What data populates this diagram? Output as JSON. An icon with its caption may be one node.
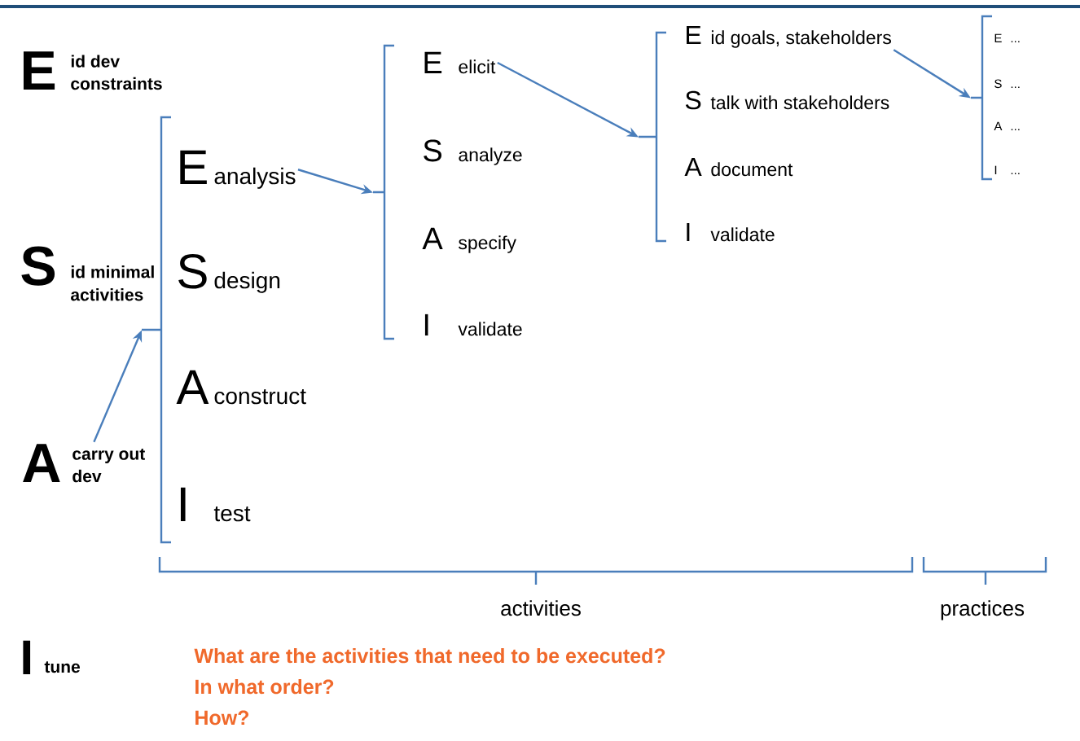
{
  "diagram": {
    "nodes": [
      {
        "text": [
          "A",
          "carry out dev"
        ]
      },
      {
        "text": [],
        "shape": "bracket"
      },
      {
        "text": [
          "E",
          "analysis"
        ]
      },
      {
        "text": [
          "S",
          "design"
        ]
      },
      {
        "text": [
          "A",
          "construct"
        ]
      },
      {
        "text": [
          "I",
          "test"
        ]
      },
      {
        "text": [],
        "shape": "bracket"
      },
      {
        "text": [
          "E",
          "elicit"
        ]
      },
      {
        "text": [
          "S",
          "analyze"
        ]
      },
      {
        "text": [
          "A",
          "specify"
        ]
      },
      {
        "text": [
          "I",
          "validate"
        ]
      },
      {
        "text": [],
        "shape": "bracket"
      },
      {
        "text": [
          "E",
          "id goals, stakeholders"
        ]
      },
      {
        "text": [
          "S",
          "talk with stakeholders"
        ]
      },
      {
        "text": [
          "A",
          "document"
        ]
      },
      {
        "text": [
          "I",
          "validate"
        ]
      },
      {
        "text": [],
        "shape": "bracket"
      },
      {
        "text": [
          "E",
          "..."
        ]
      },
      {
        "text": [
          "S",
          "..."
        ]
      },
      {
        "text": [
          "A",
          "..."
        ]
      },
      {
        "text": [
          "I",
          "..."
        ]
      }
    ],
    "edges": [
      {
        "from": 0,
        "to": 1,
        "arrow": "to"
      },
      {
        "from": 2,
        "to": 6,
        "arrow": "to"
      },
      {
        "from": 7,
        "to": 11,
        "arrow": "to"
      },
      {
        "from": 12,
        "to": 16,
        "arrow": "to"
      }
    ],
    "labels": [
      "E",
      "id dev constraints",
      "S",
      "id minimal activities",
      "I",
      "tune",
      "activities",
      "practices",
      "What are the activities that need to be executed?",
      "In what order?",
      "How?"
    ]
  }
}
